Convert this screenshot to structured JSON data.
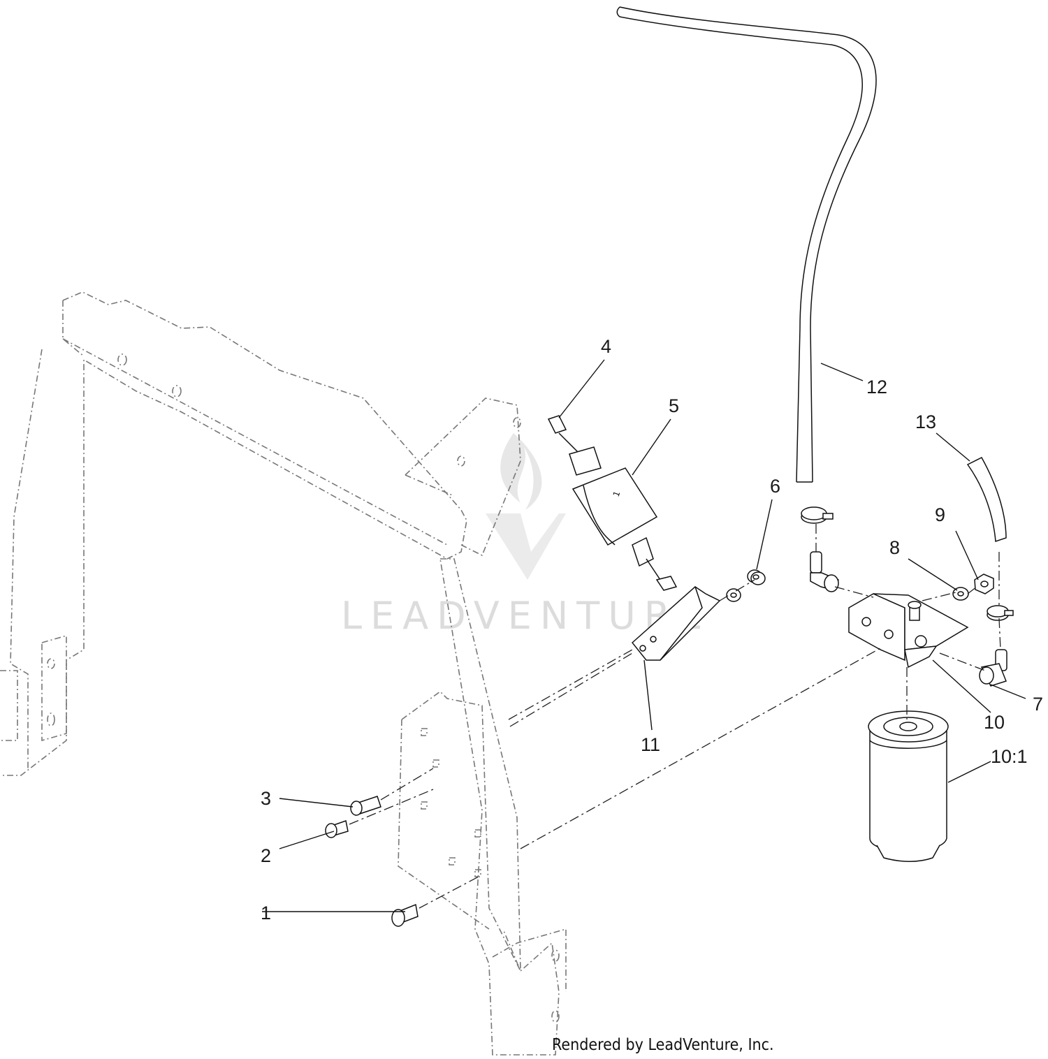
{
  "watermark": {
    "text": "LEADVENTURE"
  },
  "credit": "Rendered by LeadVenture, Inc.",
  "callouts": [
    "1",
    "2",
    "3",
    "4",
    "5",
    "6",
    "7",
    "8",
    "9",
    "10",
    "10:1",
    "11",
    "12",
    "13"
  ],
  "colors": {
    "line": "#111111",
    "frame": "#777777",
    "watermark": "#dcdcdc"
  }
}
